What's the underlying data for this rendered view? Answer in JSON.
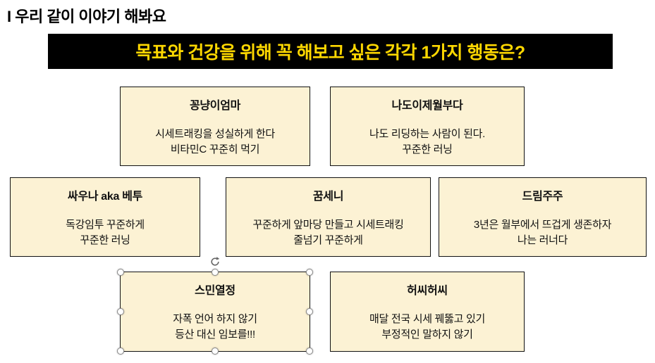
{
  "slide": {
    "heading": "I 우리 같이 이야기 해봐요",
    "banner": "목표와 건강을 위해 꼭 해보고 싶은 각각 1가지 행동은?"
  },
  "cards": [
    {
      "title": "꽁냥이엄마",
      "body": "시세트래킹을 성실하게 한다\n비타민C 꾸준히 먹기"
    },
    {
      "title": "나도이제월부다",
      "body": "나도 리딩하는 사람이 된다.\n꾸준한 러닝"
    },
    {
      "title": "싸우나 aka 베투",
      "body": "독강임투 꾸준하게\n꾸준한 러닝"
    },
    {
      "title": "꿈세니",
      "body": "꾸준하게 앞마당 만들고 시세트래킹\n줄넘기 꾸준하게"
    },
    {
      "title": "드림주주",
      "body": "3년은 월부에서 뜨겁게 생존하자\n나는 러너다"
    },
    {
      "title": "스민열정",
      "body": "자폭 언어 하지 않기\n등산 대신 임보를!!!",
      "selected": true
    },
    {
      "title": "허씨허씨",
      "body": "매달 전국 시세 꿰뚫고 있기\n부정적인 말하지 않기"
    }
  ],
  "icons": {
    "rotate_handle": "rotate-arrow-icon",
    "selection_handles": "circle-handle"
  },
  "colors": {
    "banner_background": "#000000",
    "banner_text": "#FFD800",
    "card_background": "#FCF2D4",
    "card_border": "#111111",
    "page_background": "#FFFFFF"
  }
}
